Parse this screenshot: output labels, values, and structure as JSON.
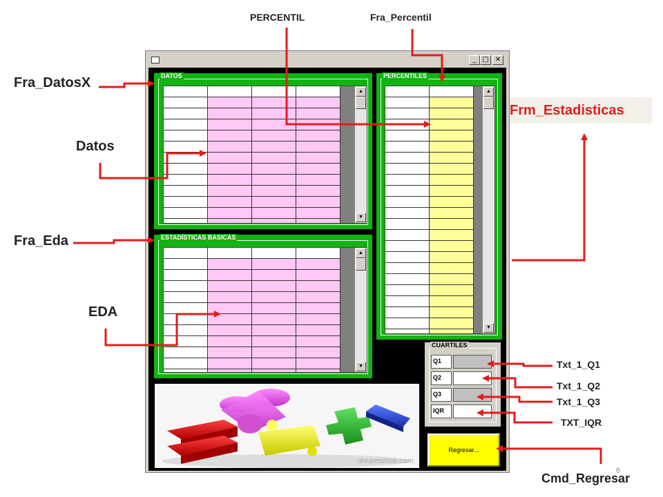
{
  "window": {
    "title": ""
  },
  "frames": {
    "datos": "DATOS",
    "percentiles": "PERCENTILES",
    "estadisticas": "ESTADÍSTICAS BASICAS",
    "cuartiles": "CUARTILES"
  },
  "cuartiles_rows": [
    "Q1",
    "Q2",
    "Q3",
    "IQR"
  ],
  "regresar_label": "Regresar...",
  "watermark": "dreamstime.com",
  "annotations": {
    "percentil": "PERCENTIL",
    "fra_percentil": "Fra_Percentil",
    "fra_datosx": "Fra_DatosX",
    "datos": "Datos",
    "fra_eda": "Fra_Eda",
    "eda": "EDA",
    "frm_estadisticas": "Frm_Estadisticas",
    "txt_q1": "Txt_1_Q1",
    "txt_q2": "Txt_1_Q2",
    "txt_q3": "Txt_1_Q3",
    "txt_iqr": "TXT_IQR",
    "cmd_regresar": "Cmd_Regresar"
  },
  "page_number": "6",
  "colors": {
    "frame_green": "#12b312",
    "pink": "#ffc8f5",
    "yellow": "#ffff99",
    "arrow_red": "#e31b1b"
  }
}
